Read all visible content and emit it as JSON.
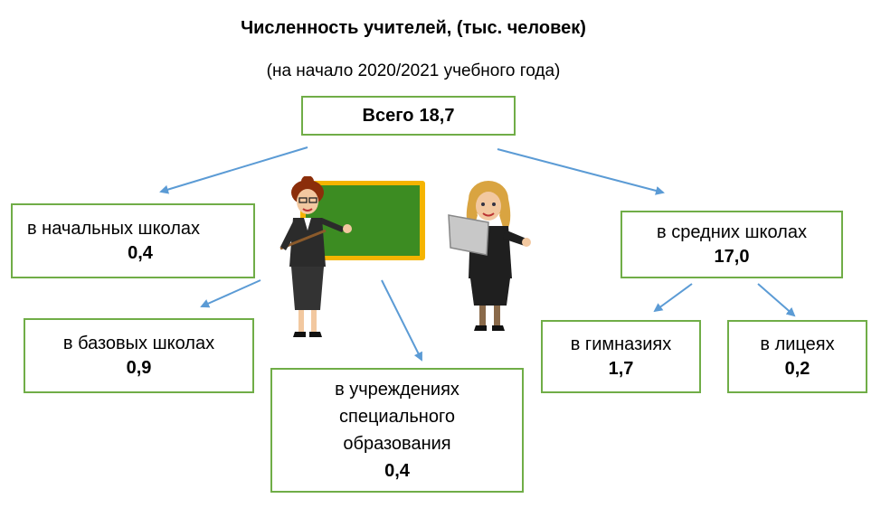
{
  "title": "Численность учителей, (тыс. человек)",
  "subtitle": "(на начало 2020/2021 учебного года)",
  "nodes": {
    "total": {
      "label": "Всего",
      "value": "18,7"
    },
    "primary": {
      "label": "в начальных школах",
      "value": "0,4"
    },
    "basic": {
      "label": "в базовых школах",
      "value": "0,9"
    },
    "special": {
      "label_lines": [
        "в учреждениях",
        "специального",
        "образования"
      ],
      "value": "0,4"
    },
    "secondary": {
      "label": "в средних школах",
      "value": "17,0"
    },
    "gymnasium": {
      "label": "в гимназиях",
      "value": "1,7"
    },
    "lyceum": {
      "label": "в лицеях",
      "value": "0,2"
    }
  },
  "colors": {
    "box_border": "#70ad47",
    "arrow": "#5b9bd5",
    "board_frame": "#f5b400",
    "board": "#3c8c22"
  },
  "icons": [
    "teacher-with-board-icon",
    "teacher-with-tablet-icon"
  ]
}
